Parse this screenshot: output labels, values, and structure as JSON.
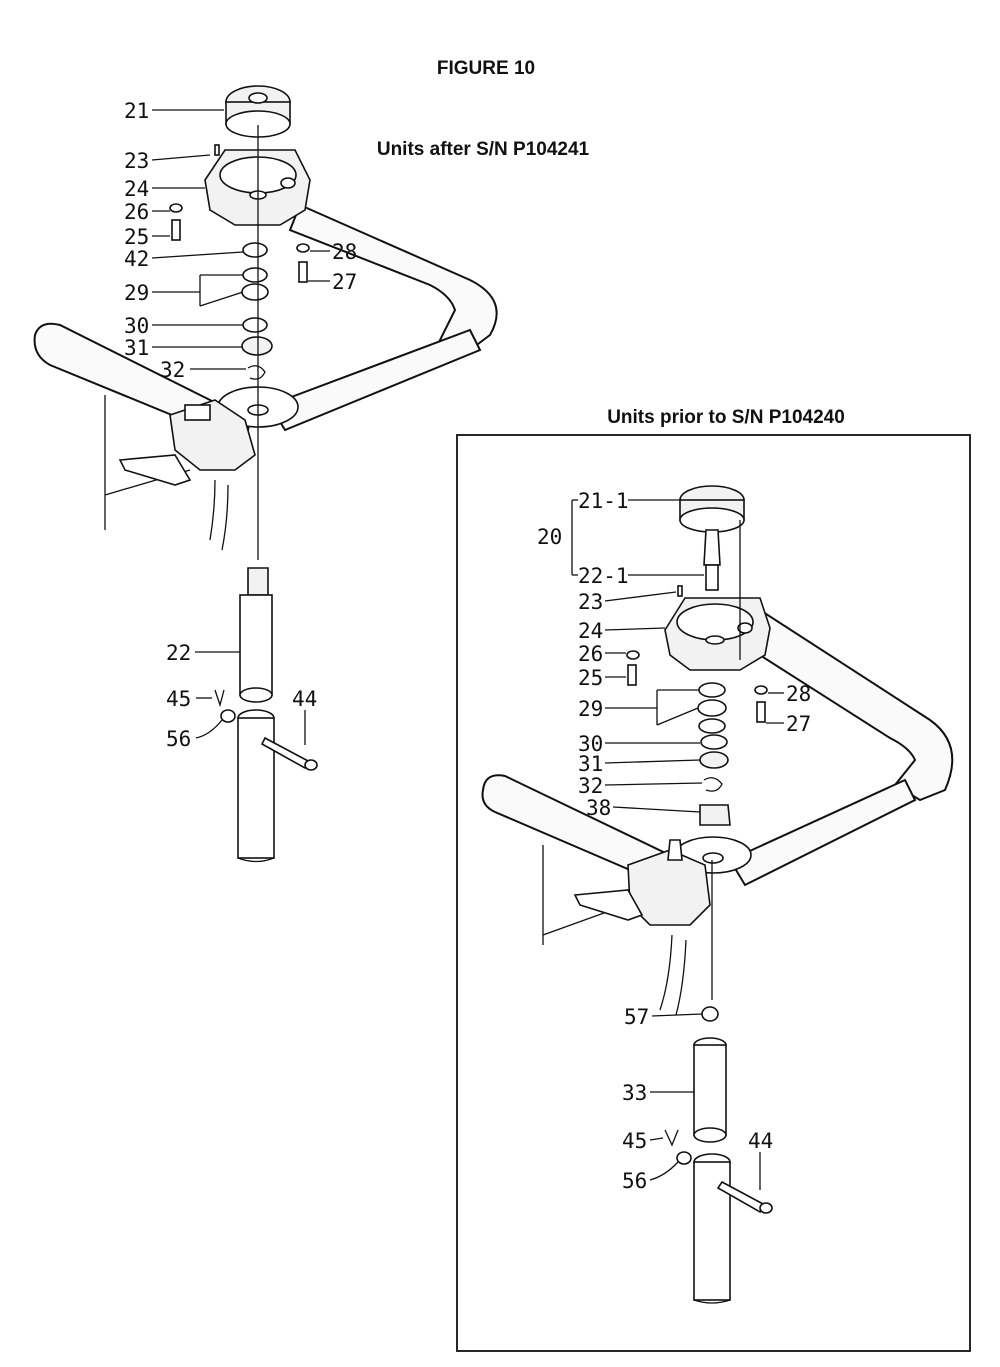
{
  "title": "FIGURE 10",
  "after": {
    "heading": "Units after S/N P104241",
    "labels": [
      "21",
      "23",
      "24",
      "26",
      "25",
      "42",
      "29",
      "30",
      "31",
      "32",
      "28",
      "27",
      "22",
      "45",
      "56",
      "44"
    ]
  },
  "prior": {
    "heading": "Units prior to S/N P104240",
    "labels": [
      "21-1",
      "20",
      "22-1",
      "23",
      "24",
      "26",
      "25",
      "29",
      "30",
      "31",
      "32",
      "38",
      "28",
      "27",
      "57",
      "33",
      "45",
      "56",
      "44"
    ]
  }
}
